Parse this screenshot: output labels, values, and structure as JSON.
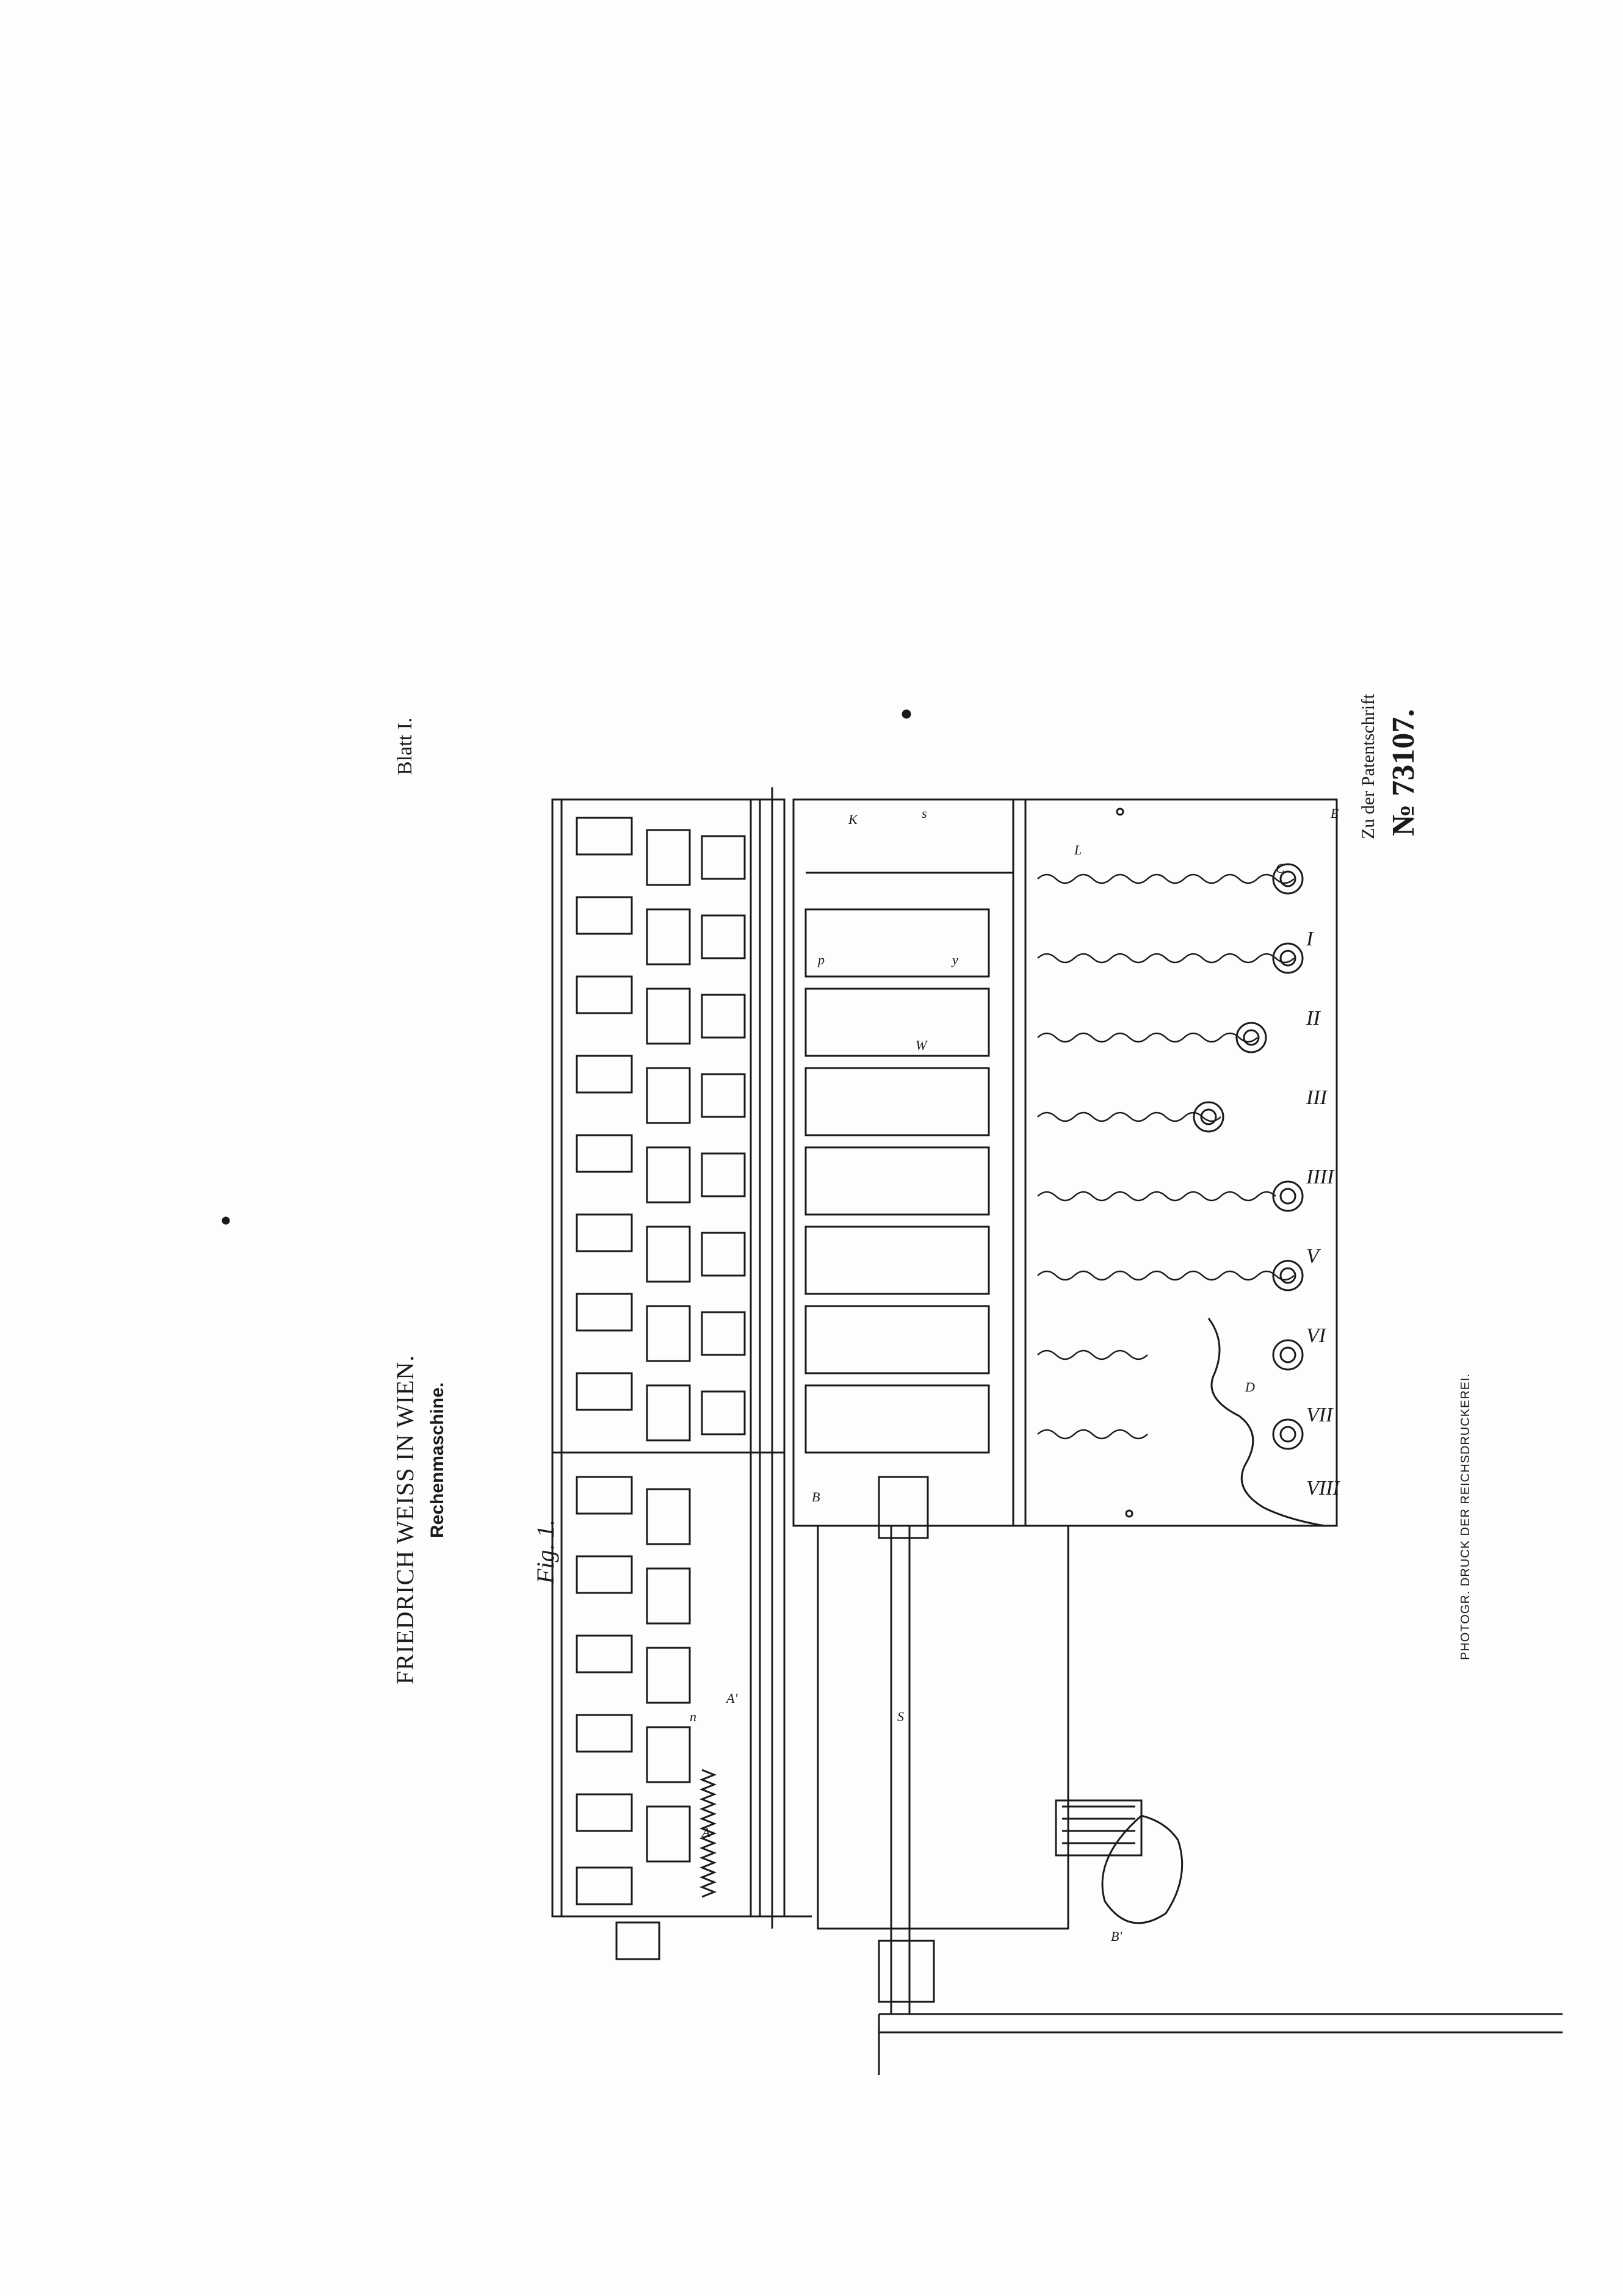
{
  "header": {
    "author": "FRIEDRICH WEISS IN WIEN.",
    "subtitle": "Rechenmaschine.",
    "sheet": "Blatt I."
  },
  "figure": {
    "label": "Fig. 1."
  },
  "patent": {
    "reference": "Zu der Patentschrift",
    "number": "№ 73107."
  },
  "footer": {
    "printer": "PHOTOGR. DRUCK DER REICHSDRUCKEREI."
  },
  "numerals": [
    "I",
    "II",
    "III",
    "IIII",
    "V",
    "VI",
    "VII",
    "VIII"
  ],
  "callouts": [
    "A",
    "A'",
    "B",
    "B'",
    "C",
    "D",
    "E",
    "K",
    "L",
    "S",
    "s",
    "n",
    "W",
    "p",
    "y"
  ]
}
